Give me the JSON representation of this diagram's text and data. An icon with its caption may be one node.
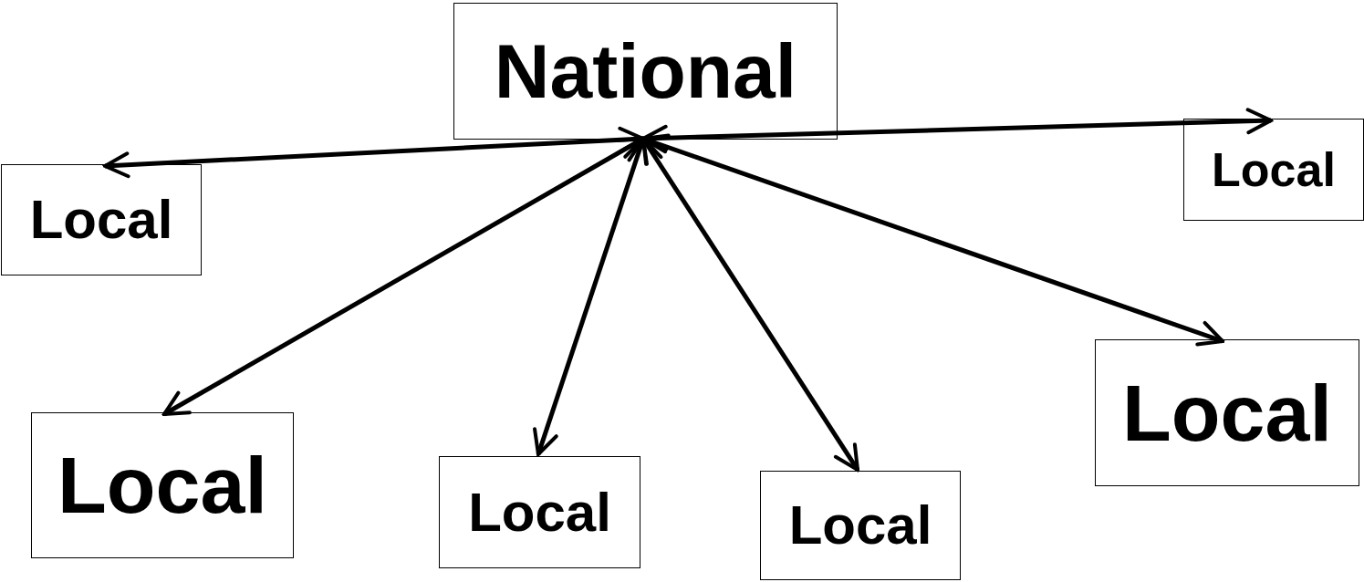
{
  "diagram": {
    "nodes": [
      {
        "text": [
          "National"
        ]
      },
      {
        "text": [
          "Local"
        ]
      },
      {
        "text": [
          "Local"
        ]
      },
      {
        "text": [
          "Local"
        ]
      },
      {
        "text": [
          "Local"
        ]
      },
      {
        "text": [
          "Local"
        ]
      },
      {
        "text": [
          "Local"
        ]
      }
    ],
    "edges": [
      {
        "from": 0,
        "to": 1,
        "arrow": "both"
      },
      {
        "from": 0,
        "to": 2,
        "arrow": "both"
      },
      {
        "from": 0,
        "to": 3,
        "arrow": "both"
      },
      {
        "from": 0,
        "to": 4,
        "arrow": "both"
      },
      {
        "from": 0,
        "to": 5,
        "arrow": "both"
      },
      {
        "from": 0,
        "to": 6,
        "arrow": "both"
      }
    ]
  }
}
